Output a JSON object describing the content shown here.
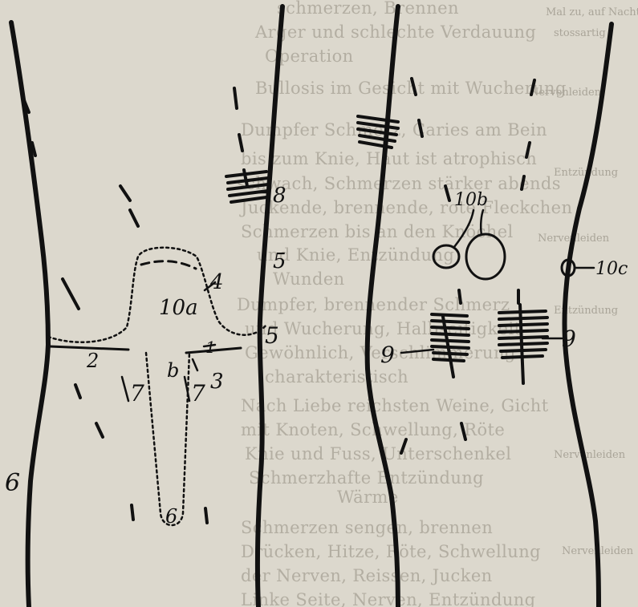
{
  "labels": {
    "l1": "1",
    "l2": "2",
    "l3": "3",
    "l4": "4",
    "l5a": "5",
    "l5b": "5",
    "l6": "6",
    "l6b": "6",
    "l7a": "7",
    "l7b": "7",
    "l8": "8",
    "l9a": "9",
    "l9b": "9",
    "l10a": "10a",
    "l10b": "b",
    "l10c": "10c",
    "l10bb": "10b"
  },
  "bleed_through": {
    "center": [
      "schmerzen, Brennen",
      "Arger und schlechte Verdauung",
      "Operation",
      "Bullosis im Gesicht mit Wucherung",
      "Dumpfer Schmerz, Caries am Bein",
      "bis zum Knie, Haut ist atrophisch",
      "schwach, Schmerzen stärker abends",
      "Juckende, brennende, rote Fleckchen",
      "Schmerzen bis an den Knöchel",
      "und Knie, Entzündung",
      "Wunden",
      "Dumpfer, brennender Schmerz",
      "und Wucherung, Halbseitigkeit",
      "Gewöhnlich, Verschlimmerung",
      "charakteristisch",
      "Nach Liebe reichsten Weine, Gicht",
      "mit Knoten, Schwellung, Röte",
      "Knie und Fuss, Unterschenkel",
      "Schmerzhafte Entzündung",
      "Wärme",
      "Schmerzen sengen, brennen",
      "Drücken, Hitze, Röte, Schwellung",
      "der Nerven, Reissen, Jucken",
      "Linke Seite, Nerven, Entzündung"
    ],
    "right": [
      "Mal zu, auf Nacht",
      "stossartig",
      "Nervenleiden",
      "Entzündung",
      "Nervenleiden",
      "Entzündung",
      "Nervenleiden",
      "Nervenleiden"
    ]
  }
}
